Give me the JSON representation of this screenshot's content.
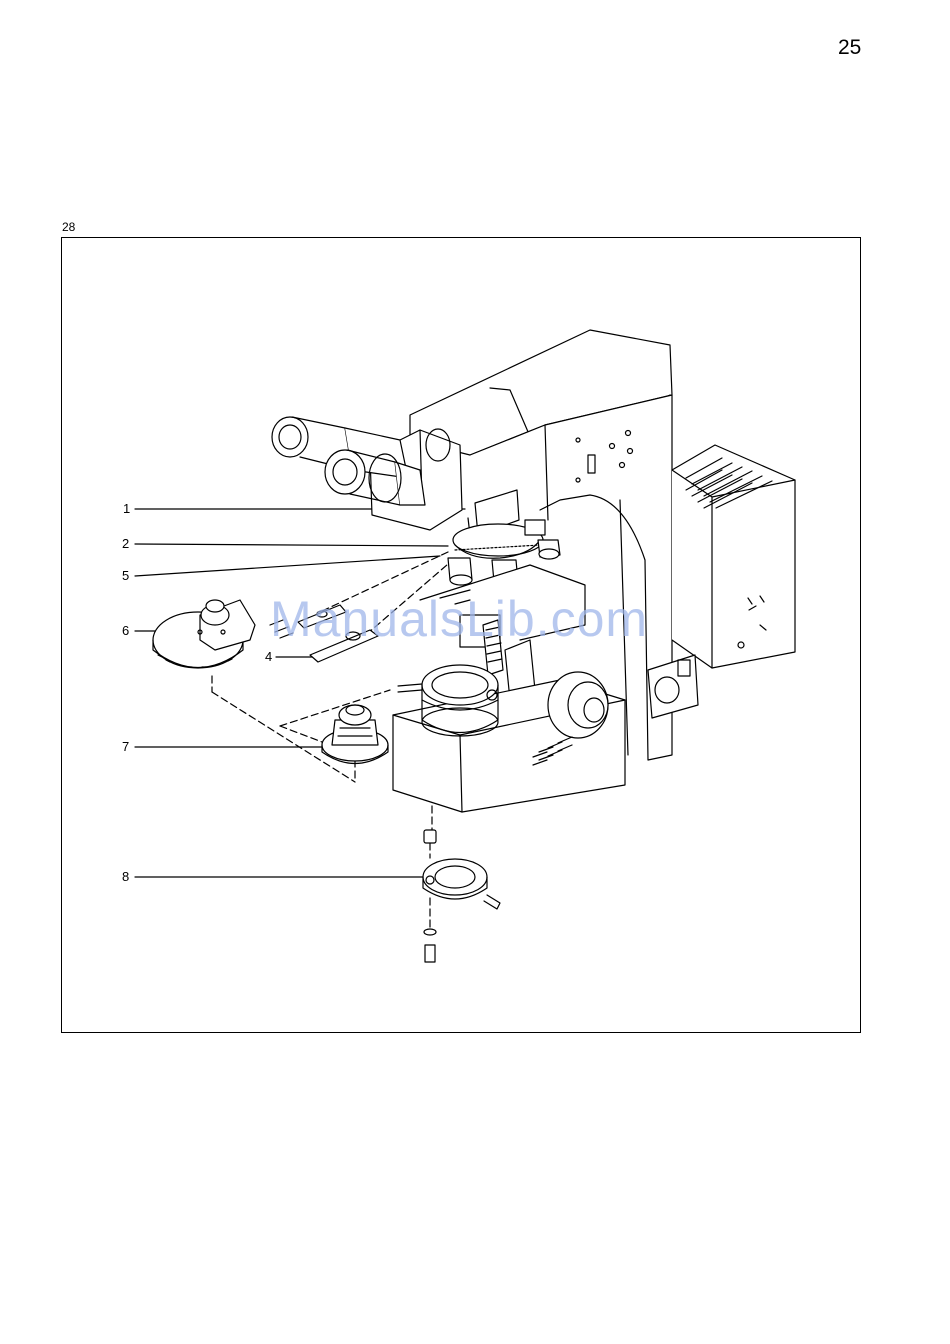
{
  "page_number": "25",
  "figure_number": "28",
  "callouts": [
    "1",
    "2",
    "5",
    "6",
    "4",
    "7",
    "8"
  ],
  "watermark": "ManualsLib.com"
}
